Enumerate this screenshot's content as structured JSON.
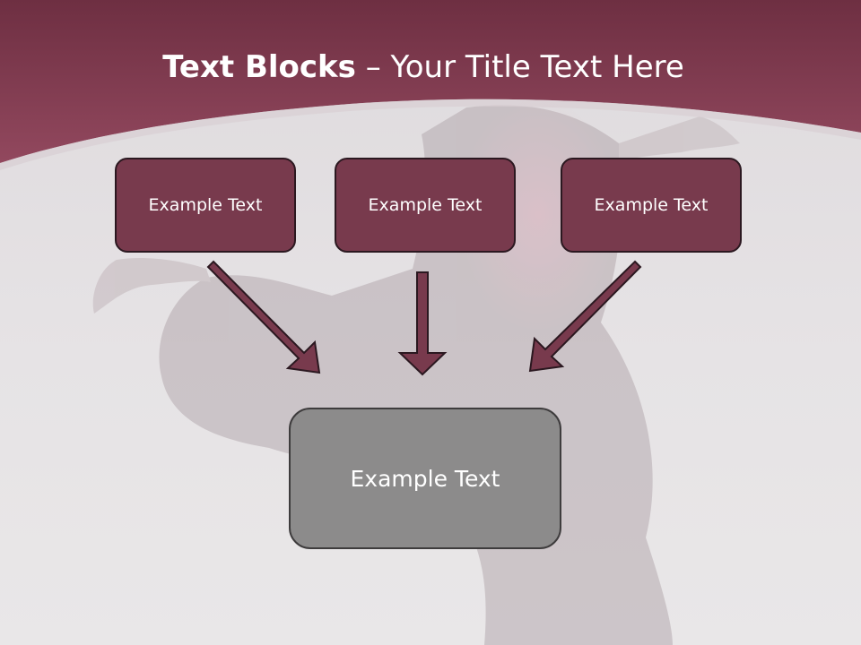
{
  "slide": {
    "title_bold": "Text Blocks",
    "title_rest": " – Your Title Text Here",
    "box_1": "Example Text",
    "box_2": "Example Text",
    "box_3": "Example Text",
    "box_bottom": "Example Text"
  },
  "colors": {
    "header_band": "#86475a",
    "top_box_fill": "#783a4d",
    "top_box_border": "#2b1820",
    "arrow_fill": "#783a4d",
    "bottom_box_fill": "#8c8b8b",
    "background": "#e4e1e3"
  },
  "icons": {
    "arrows": [
      "arrow-down-right-icon",
      "arrow-down-icon",
      "arrow-down-left-icon"
    ]
  }
}
